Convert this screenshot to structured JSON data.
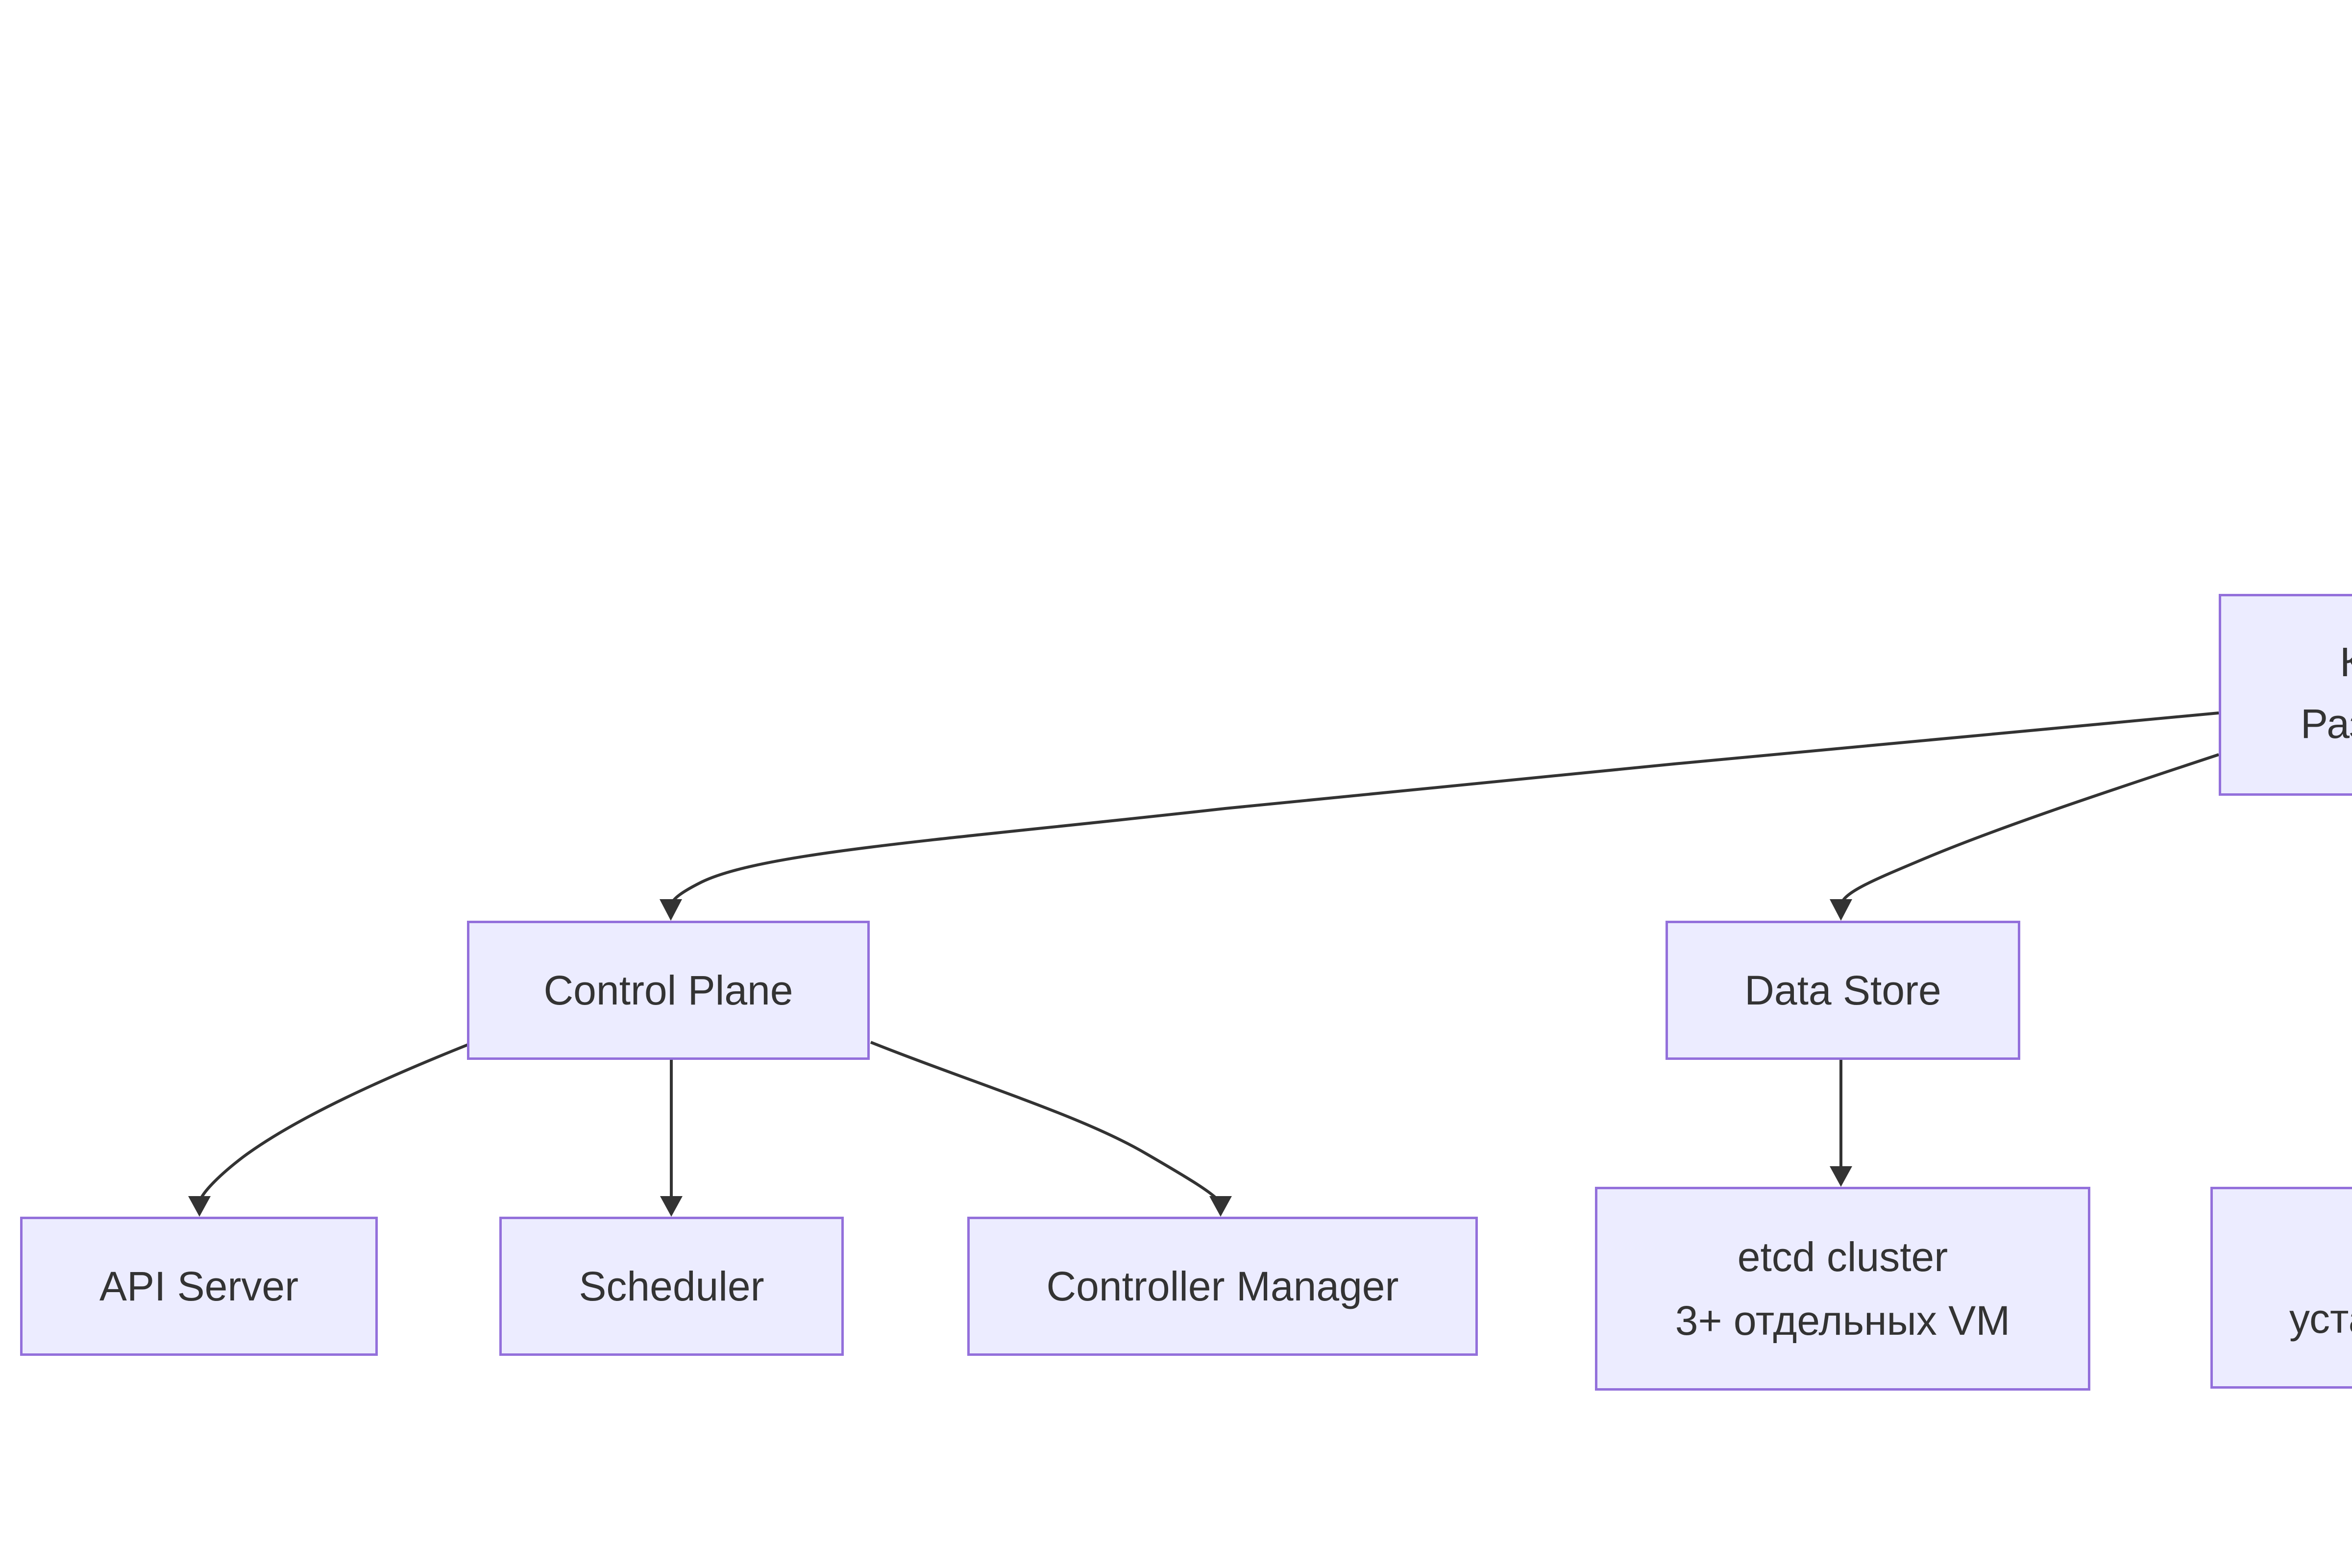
{
  "diagram": {
    "type": "flowchart",
    "colors": {
      "background": "#ffffff",
      "node_fill": "#ECECFF",
      "node_border": "#9370DB",
      "edge": "#333333",
      "text": "#333333"
    },
    "nodes": {
      "cluster": {
        "line1": "К",
        "line2": "Раз"
      },
      "control_plane": {
        "label": "Control Plane"
      },
      "data_store": {
        "label": "Data Store"
      },
      "api_server": {
        "label": "API Server"
      },
      "scheduler": {
        "label": "Scheduler"
      },
      "controller_manager": {
        "label": "Controller Manager"
      },
      "etcd": {
        "line1": "etcd cluster",
        "line2": "3+ отдельных VM"
      },
      "right_partial": {
        "line2": "уста"
      }
    },
    "edges": [
      {
        "from": "cluster",
        "to": "control_plane"
      },
      {
        "from": "cluster",
        "to": "data_store"
      },
      {
        "from": "control_plane",
        "to": "api_server"
      },
      {
        "from": "control_plane",
        "to": "scheduler"
      },
      {
        "from": "control_plane",
        "to": "controller_manager"
      },
      {
        "from": "data_store",
        "to": "etcd"
      }
    ]
  }
}
